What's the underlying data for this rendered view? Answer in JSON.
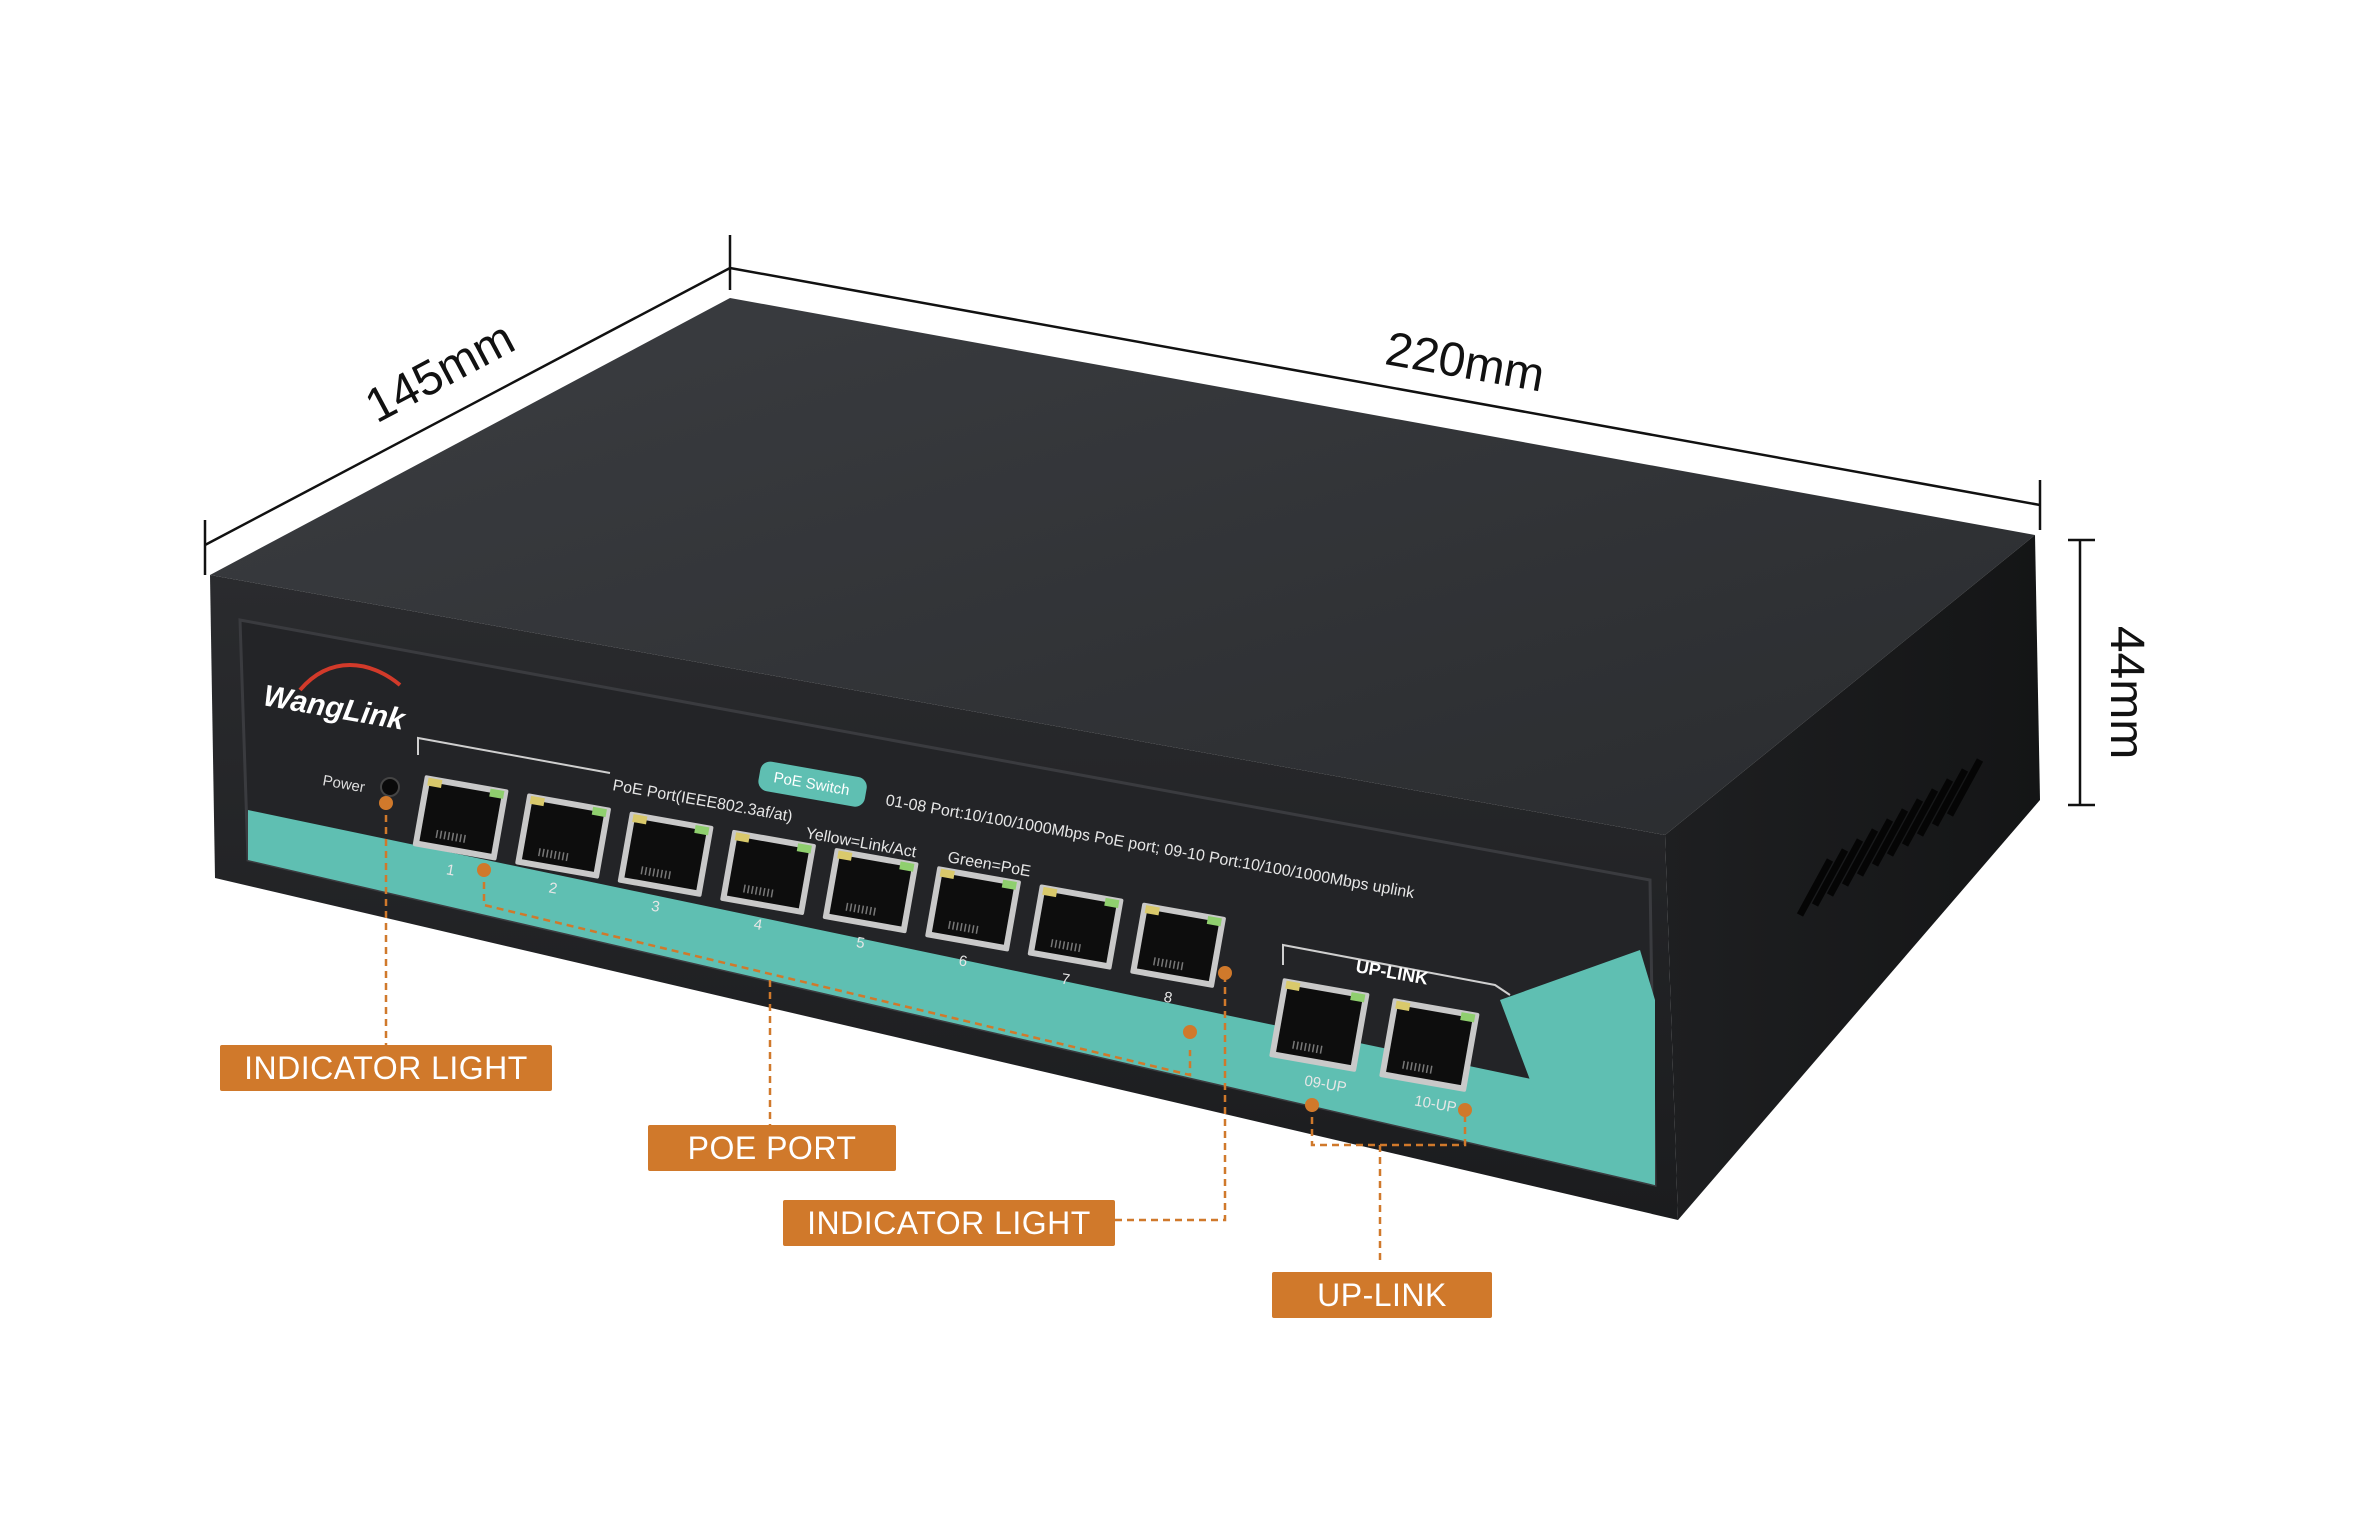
{
  "dimensions": {
    "depth": "145mm",
    "width": "220mm",
    "height": "44mm"
  },
  "device": {
    "brand": "WangLink",
    "power_label": "Power",
    "badge": "PoE Switch",
    "poe_group_label": "PoE Port(IEEE802.3af/at)",
    "led_legend_1": "Yellow=Link/Act",
    "led_legend_2": "Green=PoE",
    "spec_text": "01-08 Port:10/100/1000Mbps PoE port; 09-10 Port:10/100/1000Mbps uplink",
    "uplink_group_label": "UP-LINK",
    "poe_port_numbers": [
      "1",
      "2",
      "3",
      "4",
      "5",
      "6",
      "7",
      "8"
    ],
    "uplink_port_labels": [
      "09-UP",
      "10-UP"
    ]
  },
  "callouts": {
    "indicator_light_1": "INDICATOR LIGHT",
    "poe_port": "POE PORT",
    "indicator_light_2": "INDICATOR LIGHT",
    "uplink": "UP-LINK"
  },
  "colors": {
    "callout": "#d0792b",
    "accent_teal": "#5fbfb2",
    "body": "#2c2e31"
  }
}
